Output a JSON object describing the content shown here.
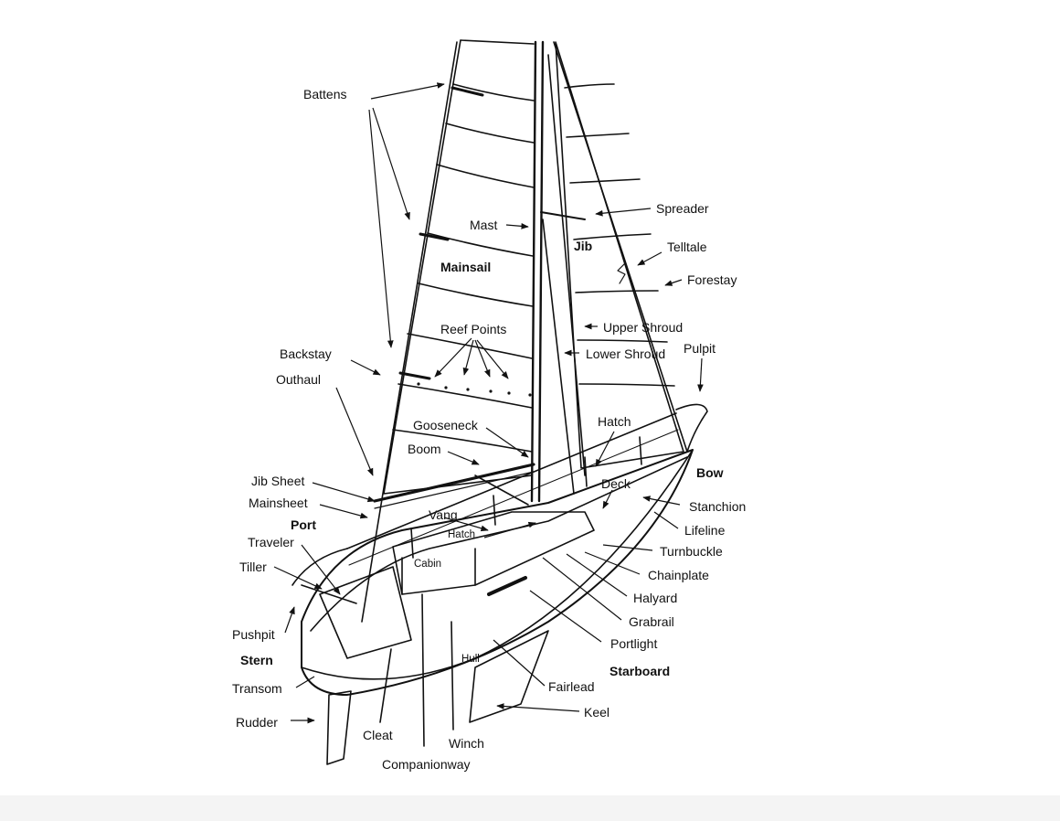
{
  "diagram": {
    "labels": {
      "battens": "Battens",
      "mast": "Mast",
      "spreader": "Spreader",
      "jib": "Jib",
      "telltale": "Telltale",
      "forestay": "Forestay",
      "mainsail": "Mainsail",
      "reef_points": "Reef Points",
      "upper_shroud": "Upper  Shroud",
      "lower_shroud": "Lower  Shroud",
      "pulpit": "Pulpit",
      "backstay": "Backstay",
      "outhaul": "Outhaul",
      "gooseneck": "Gooseneck",
      "hatch_top": "Hatch",
      "boom": "Boom",
      "bow": "Bow",
      "jib_sheet": "Jib Sheet",
      "deck": "Deck",
      "stanchion": "Stanchion",
      "mainsheet": "Mainsheet",
      "vang": "Vang",
      "lifeline": "Lifeline",
      "port": "Port",
      "hatch_small": "Hatch",
      "traveler": "Traveler",
      "turnbuckle": "Turnbuckle",
      "cabin": "Cabin",
      "tiller": "Tiller",
      "chainplate": "Chainplate",
      "halyard": "Halyard",
      "grabrail": "Grabrail",
      "pushpit": "Pushpit",
      "portlight": "Portlight",
      "stern": "Stern",
      "hull": "Hull",
      "starboard": "Starboard",
      "transom": "Transom",
      "fairlead": "Fairlead",
      "keel": "Keel",
      "rudder": "Rudder",
      "cleat": "Cleat",
      "winch": "Winch",
      "companionway": "Companionway"
    }
  }
}
